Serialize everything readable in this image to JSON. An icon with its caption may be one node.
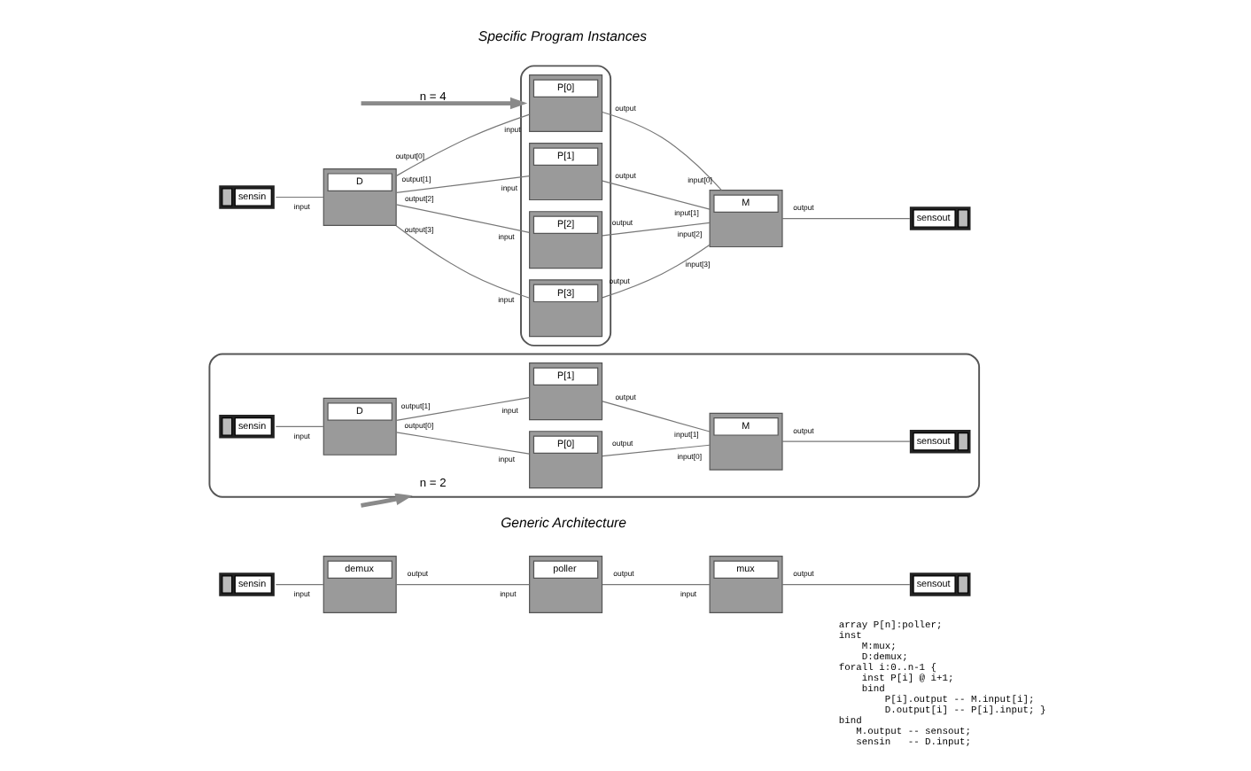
{
  "diagram": {
    "nodes": [
      {
        "text": [
          "poller"
        ]
      },
      {
        "text": [
          "mux"
        ]
      },
      {
        "text": [
          "demux"
        ]
      },
      {
        "text": [
          "sensout"
        ]
      },
      {
        "text": [
          "sensin"
        ]
      },
      {
        "text": [],
        "shape": "cloud"
      },
      {
        "text": [
          "P[0]"
        ],
        "in": 5
      },
      {
        "text": [
          "P[1]"
        ],
        "in": 5
      },
      {
        "text": [
          "M"
        ],
        "in": 5
      },
      {
        "text": [
          "D"
        ],
        "in": 5
      },
      {
        "text": [
          "sensout"
        ],
        "in": 5
      },
      {
        "text": [
          "sensin"
        ],
        "in": 5
      },
      {
        "text": [],
        "shape": "cloud"
      },
      {
        "text": [
          "P[0]"
        ],
        "in": 12
      },
      {
        "text": [
          "P[1]"
        ],
        "in": 12
      },
      {
        "text": [
          "P[2]"
        ],
        "in": 12
      },
      {
        "text": [
          "P[3]"
        ],
        "in": 12
      },
      {
        "text": [
          "M"
        ]
      },
      {
        "text": [
          "D"
        ]
      },
      {
        "text": [
          "sensout"
        ]
      },
      {
        "text": [
          "sensin"
        ]
      }
    ],
    "edges": [
      {
        "from": 0,
        "to": 1,
        "arrow": "none"
      },
      {
        "from": 2,
        "to": 0,
        "arrow": "none"
      },
      {
        "from": 1,
        "to": 3,
        "arrow": "none"
      },
      {
        "from": 4,
        "to": 2,
        "arrow": "none"
      },
      {
        "from": 6,
        "to": 8,
        "arrow": "none"
      },
      {
        "from": 7,
        "to": 8,
        "arrow": "none"
      },
      {
        "from": 9,
        "to": 6,
        "arrow": "none"
      },
      {
        "from": 9,
        "to": 7,
        "arrow": "none"
      },
      {
        "from": 8,
        "to": 10,
        "arrow": "none"
      },
      {
        "from": 11,
        "to": 9,
        "arrow": "none"
      },
      {
        "from": 13,
        "to": 17,
        "arrow": "none"
      },
      {
        "from": 14,
        "to": 17,
        "arrow": "none"
      },
      {
        "from": 15,
        "to": 17,
        "arrow": "none"
      },
      {
        "from": 16,
        "to": 17,
        "arrow": "none"
      },
      {
        "from": 18,
        "to": 13,
        "arrow": "none"
      },
      {
        "from": 18,
        "to": 14,
        "arrow": "none"
      },
      {
        "from": 18,
        "to": 15,
        "arrow": "none"
      },
      {
        "from": 18,
        "to": 16,
        "arrow": "none"
      },
      {
        "from": 17,
        "to": 19,
        "arrow": "none"
      },
      {
        "from": 20,
        "to": 18,
        "arrow": "none"
      },
      {
        "from": null,
        "to": 5,
        "arrow": "to",
        "label": "n = 2",
        "style": "thick",
        "color": "#8a8a8a"
      },
      {
        "from": null,
        "to": 12,
        "arrow": "to",
        "label": "n = 4",
        "style": "thick",
        "color": "#8a8a8a"
      }
    ],
    "labels": [
      "input",
      "output",
      "output",
      "input",
      "output",
      "input",
      "Generic Architecture",
      "array P[n]:poller;",
      "inst",
      "    M:mux;",
      "    D:demux;",
      "forall i:0..n-1 {",
      "    inst P[i] @ i+1;",
      "    bind",
      "        P[i].output -- M.input[i];",
      "        D.output[i] -- P[i].input; }",
      "bind",
      "   M.output -- sensout;",
      "   sensin   -- D.input;",
      "output",
      "input[0]",
      "input",
      "input[1]",
      "output",
      "output",
      "output[0]",
      "input",
      "output[1]",
      "input",
      "output",
      "input[0]",
      "input",
      "input[1]",
      "input[2]",
      "input[3]",
      "output",
      "output",
      "input",
      "output",
      "output[0]",
      "input",
      "output[1]",
      "output[2]",
      "output[3]",
      "input",
      "output",
      "input",
      "Specific Program Instances"
    ]
  }
}
